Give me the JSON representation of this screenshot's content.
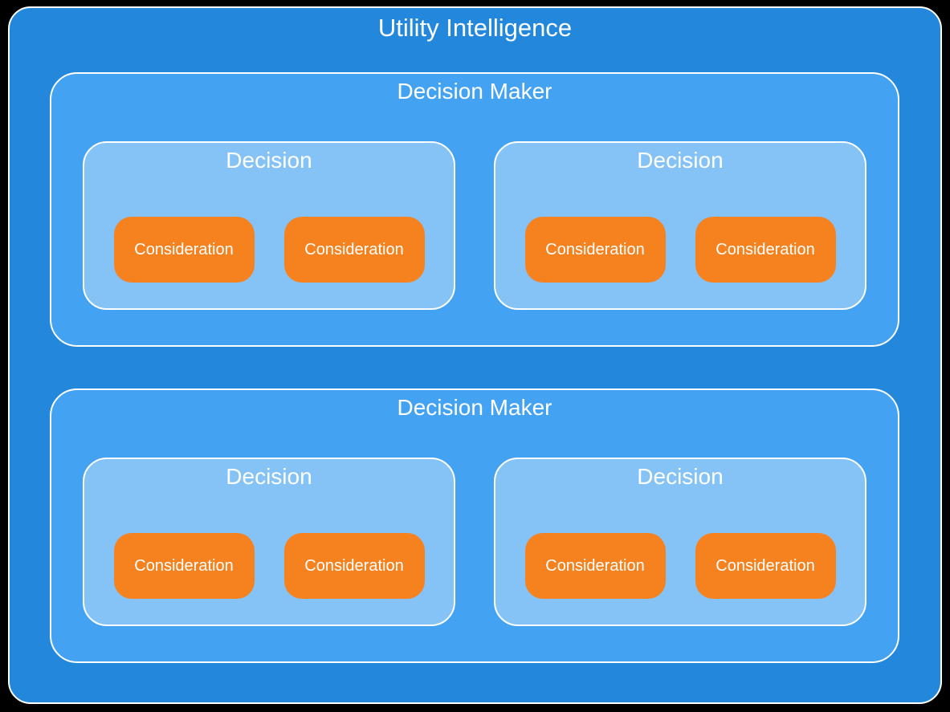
{
  "title": "Utility Intelligence",
  "colors": {
    "background": "#000000",
    "outer": "#2388DB",
    "decision_maker": "#44A2F2",
    "decision": "#85C3F7",
    "consideration": "#F6821F",
    "border": "#FFFFFF",
    "text": "#FFFFFF"
  },
  "decision_makers": [
    {
      "label": "Decision Maker",
      "decisions": [
        {
          "label": "Decision",
          "considerations": [
            "Consideration",
            "Consideration"
          ]
        },
        {
          "label": "Decision",
          "considerations": [
            "Consideration",
            "Consideration"
          ]
        }
      ]
    },
    {
      "label": "Decision Maker",
      "decisions": [
        {
          "label": "Decision",
          "considerations": [
            "Consideration",
            "Consideration"
          ]
        },
        {
          "label": "Decision",
          "considerations": [
            "Consideration",
            "Consideration"
          ]
        }
      ]
    }
  ]
}
